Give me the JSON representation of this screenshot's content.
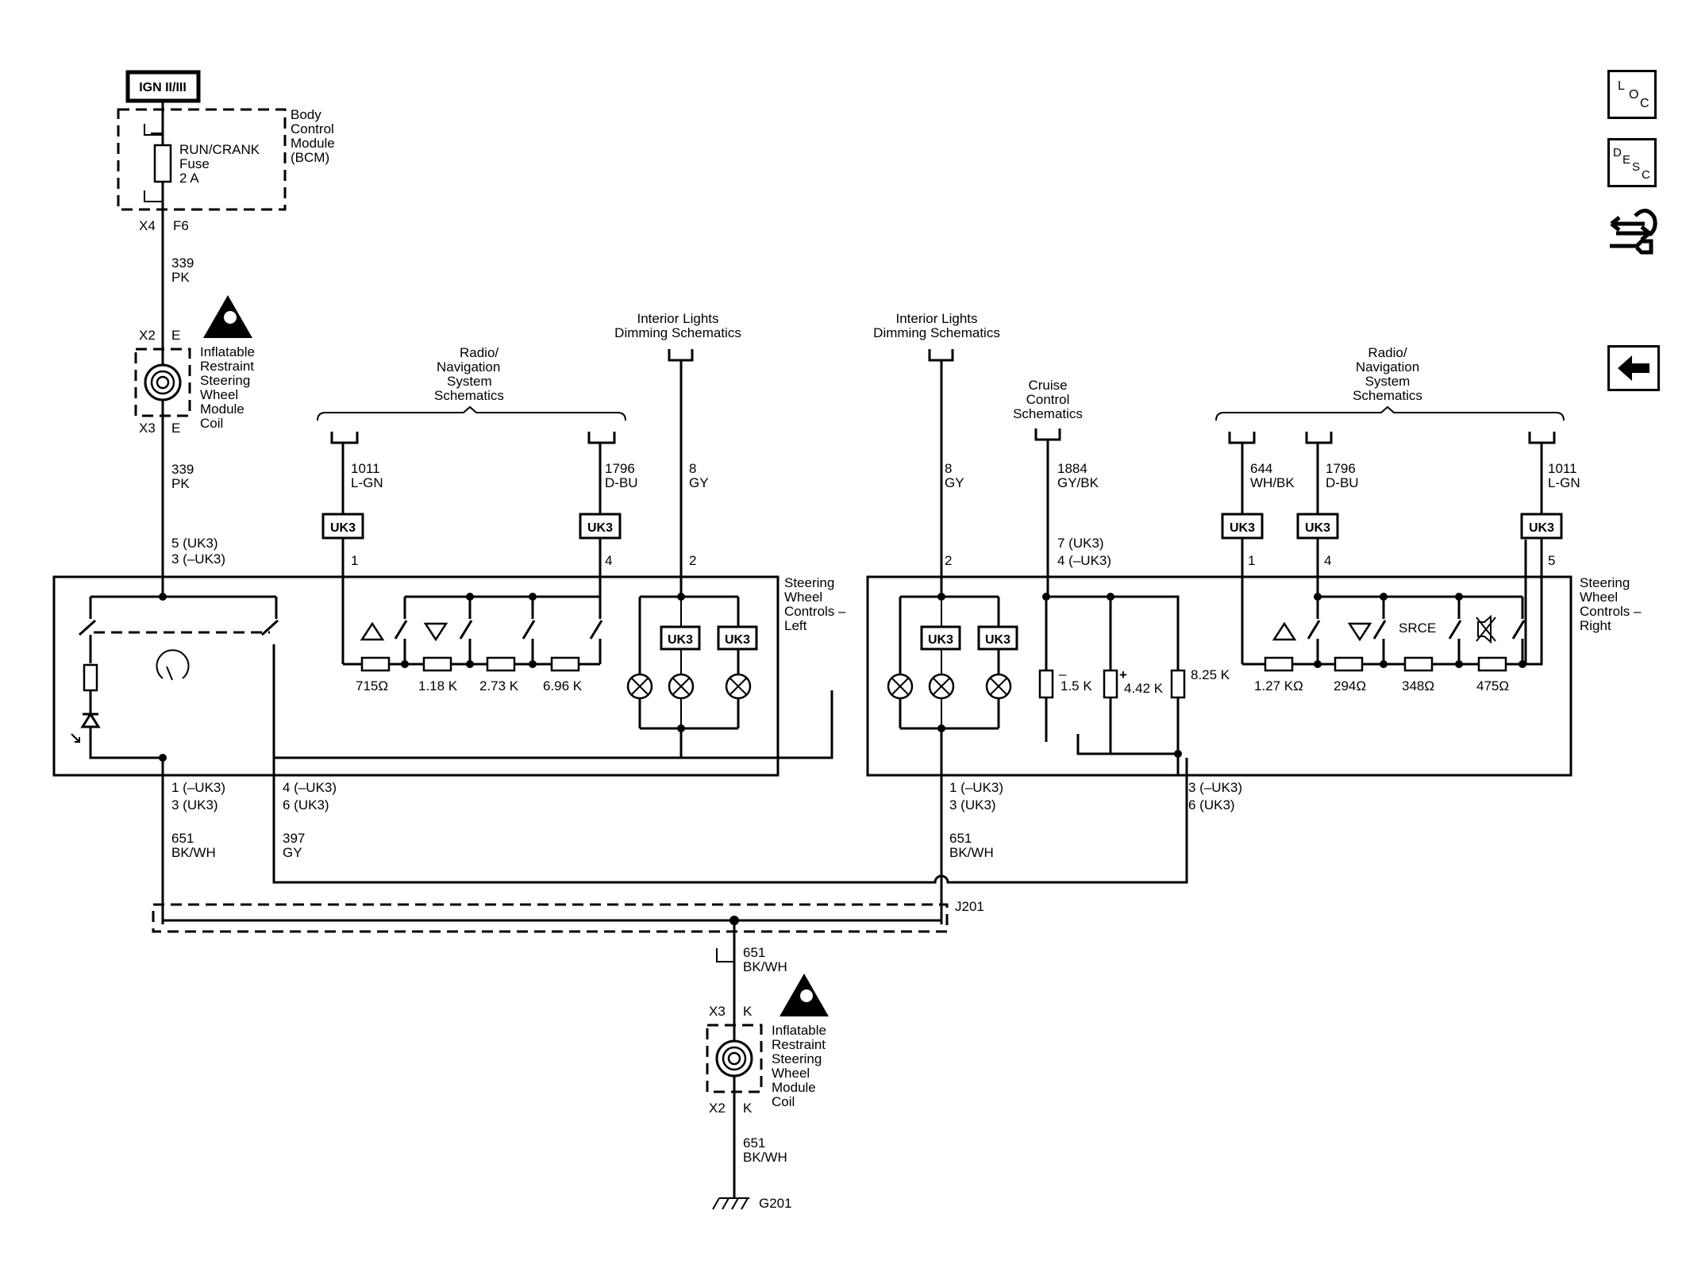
{
  "power": {
    "source": "IGN II/III"
  },
  "bcm": {
    "name": [
      "Body",
      "Control",
      "Module",
      "(BCM)"
    ],
    "fuse": [
      "RUN/CRANK",
      "Fuse",
      "2 A"
    ],
    "connector": "X4",
    "pin": "F6"
  },
  "circuit_339": {
    "number": "339",
    "color": "PK"
  },
  "coil_top": {
    "connector_in": "X2",
    "pin_in": "E",
    "connector_out": "X3",
    "pin_out": "E",
    "name": [
      "Inflatable",
      "Restraint",
      "Steering",
      "Wheel",
      "Module",
      "Coil"
    ]
  },
  "coil_bottom": {
    "connector_in": "X3",
    "pin_in": "K",
    "connector_out": "X2",
    "pin_out": "K",
    "name": [
      "Inflatable",
      "Restraint",
      "Steering",
      "Wheel",
      "Module",
      "Coil"
    ]
  },
  "left_controls": {
    "name": [
      "Steering",
      "Wheel",
      "Controls –",
      "Left"
    ],
    "radio_ref": [
      "Radio/",
      "Navigation",
      "System",
      "Schematics"
    ],
    "dimming_ref": [
      "Interior Lights",
      "Dimming Schematics"
    ],
    "circuits": [
      {
        "number": "1011",
        "color": "L-GN",
        "pin": "1"
      },
      {
        "number": "1796",
        "color": "D-BU",
        "pin": "4"
      },
      {
        "number": "8",
        "color": "GY",
        "pin": "2"
      }
    ],
    "power_pin": [
      "5 (UK3)",
      "3 (–UK3)"
    ],
    "resistors": [
      "715Ω",
      "1.18 K",
      "2.73 K",
      "6.96 K"
    ],
    "ground_pins": [
      "1 (–UK3)",
      "3 (UK3)"
    ],
    "return_pins": [
      "4 (–UK3)",
      "6 (UK3)"
    ],
    "return_circuit": {
      "number": "397",
      "color": "GY"
    }
  },
  "right_controls": {
    "name": [
      "Steering",
      "Wheel",
      "Controls –",
      "Right"
    ],
    "dimming_ref": [
      "Interior Lights",
      "Dimming Schematics"
    ],
    "cruise_ref": [
      "Cruise",
      "Control",
      "Schematics"
    ],
    "radio_ref": [
      "Radio/",
      "Navigation",
      "System",
      "Schematics"
    ],
    "circuits": [
      {
        "number": "8",
        "color": "GY",
        "pin": "2"
      },
      {
        "number": "1884",
        "color": "GY/BK",
        "pin": [
          "7 (UK3)",
          "4 (–UK3)"
        ]
      },
      {
        "number": "644",
        "color": "WH/BK",
        "pin": "1"
      },
      {
        "number": "1796",
        "color": "D-BU",
        "pin": "4"
      },
      {
        "number": "1011",
        "color": "L-GN",
        "pin": "5"
      }
    ],
    "cruise_resistors": [
      "1.5 K",
      "4.42 K",
      "8.25 K"
    ],
    "resistors": [
      "1.27 KΩ",
      "294Ω",
      "348Ω",
      "475Ω"
    ],
    "source_label": "SRCE",
    "ground_pins": [
      "1 (–UK3)",
      "3 (UK3)"
    ],
    "return_pins": [
      "3 (–UK3)",
      "6 (UK3)"
    ]
  },
  "uk3_tag": "UK3",
  "circuit_651": {
    "number": "651",
    "color": "BK/WH"
  },
  "splice": "J201",
  "ground": "G201",
  "nav_icons": {
    "loc": [
      "L",
      "O",
      "C"
    ],
    "desc": [
      "D",
      "E",
      "S",
      "C"
    ]
  }
}
